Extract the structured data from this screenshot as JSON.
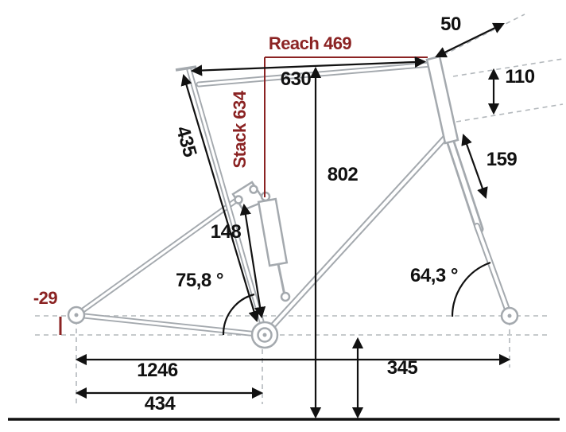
{
  "diagram": {
    "type": "bicycle-frame-geometry",
    "measurements": {
      "reach": "Reach 469",
      "stack": "Stack 634",
      "top_tube_horizontal": "630",
      "fork_offset": "50",
      "head_tube_length": "110",
      "fork_length": "159",
      "seat_tube_length": "435",
      "standover_height": "802",
      "shock_length": "148",
      "seat_tube_angle": "75,8 °",
      "head_tube_angle": "64,3 °",
      "bb_drop": "-29",
      "wheelbase": "1246",
      "chainstay_length": "434",
      "bb_height": "345"
    },
    "colors": {
      "dimension": "#111111",
      "accent_red": "#8b2323",
      "frame_gray": "#a4a9ae",
      "reference_dash": "#b3b8bc",
      "background": "#ffffff"
    }
  }
}
